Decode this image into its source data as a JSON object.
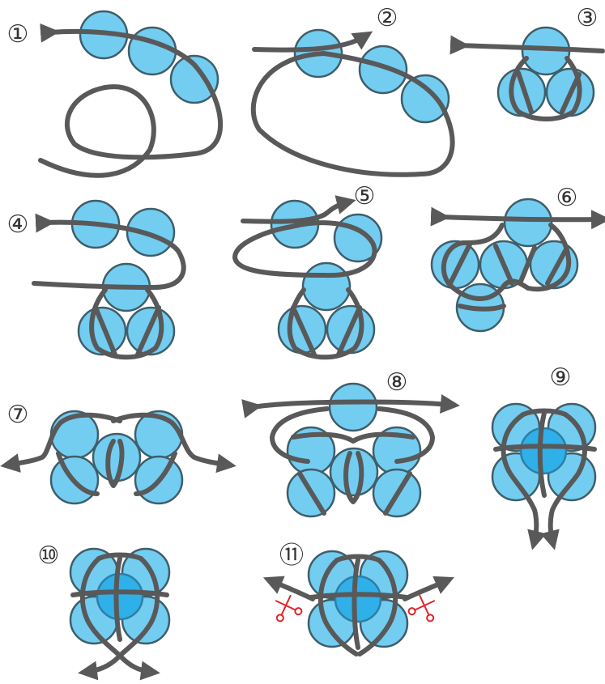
{
  "colors": {
    "bead_fill": "#72cdf1",
    "bead_outline": "#3f5e6a",
    "bead_center": "#2fb0e8",
    "thread": "#595959",
    "scissors": "#e0242b",
    "background": "#ffffff"
  },
  "steps": [
    {
      "label": "①"
    },
    {
      "label": "②"
    },
    {
      "label": "③"
    },
    {
      "label": "④"
    },
    {
      "label": "⑤"
    },
    {
      "label": "⑥"
    },
    {
      "label": "⑦"
    },
    {
      "label": "⑧"
    },
    {
      "label": "⑨"
    },
    {
      "label": "⑩"
    },
    {
      "label": "⑪"
    }
  ],
  "icons": {
    "scissors": "scissors-icon",
    "arrow": "arrow-icon",
    "bead": "bead"
  }
}
